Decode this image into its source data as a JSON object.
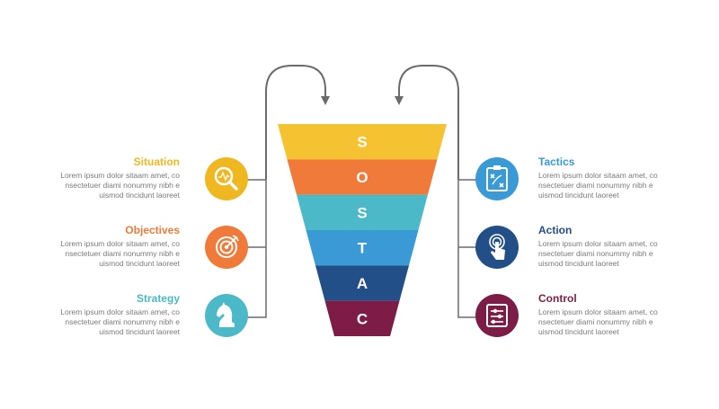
{
  "funnel": {
    "layers": [
      {
        "letter": "S",
        "color": "#f5c232"
      },
      {
        "letter": "O",
        "color": "#f07a3a"
      },
      {
        "letter": "S",
        "color": "#4cb9c8"
      },
      {
        "letter": "T",
        "color": "#3a9ad6"
      },
      {
        "letter": "A",
        "color": "#234f88"
      },
      {
        "letter": "C",
        "color": "#7d1d47"
      }
    ]
  },
  "items": [
    {
      "title": "Situation",
      "color": "#f0b820",
      "icon": "magnifier-chart-icon",
      "desc": [
        "Lorem ipsum dolor sitaam amet, co",
        "nsectetuer diami nonummy nibh e",
        "uismod tincidunt laoreet"
      ]
    },
    {
      "title": "Objectives",
      "color": "#f07a3a",
      "icon": "target-icon",
      "desc": [
        "Lorem ipsum dolor sitaam amet, co",
        "nsectetuer diami nonummy nibh e",
        "uismod tincidunt laoreet"
      ]
    },
    {
      "title": "Strategy",
      "color": "#4cb9c8",
      "icon": "chess-knight-icon",
      "desc": [
        "Lorem ipsum dolor sitaam amet, co",
        "nsectetuer diami nonummy nibh e",
        "uismod tincidunt laoreet"
      ]
    },
    {
      "title": "Tactics",
      "color": "#3a9ad6",
      "icon": "tactics-board-icon",
      "desc": [
        "Lorem ipsum dolor sitaam amet, co",
        "nsectetuer diami nonummy nibh e",
        "uismod tincidunt laoreet"
      ]
    },
    {
      "title": "Action",
      "color": "#234f88",
      "icon": "touch-hand-icon",
      "desc": [
        "Lorem ipsum dolor sitaam amet, co",
        "nsectetuer diami nonummy nibh e",
        "uismod tincidunt laoreet"
      ]
    },
    {
      "title": "Control",
      "color": "#7d1d47",
      "icon": "control-sliders-icon",
      "desc": [
        "Lorem ipsum dolor sitaam amet, co",
        "nsectetuer diami nonummy nibh e",
        "uismod tincidunt laoreet"
      ]
    }
  ]
}
